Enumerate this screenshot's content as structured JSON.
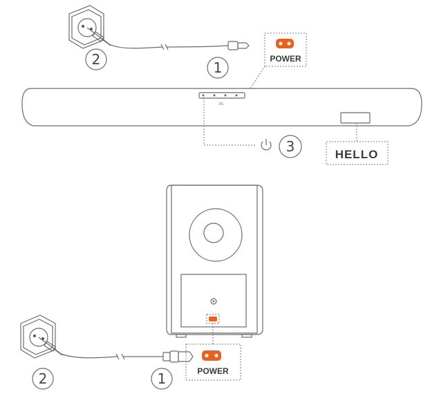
{
  "soundbar_section": {
    "power_label": "POWER",
    "display_text": "HELLO",
    "logo_text": "JBL",
    "step_plug": "1",
    "step_outlet": "2",
    "step_power": "3",
    "power_symbol": "⏻"
  },
  "subwoofer_section": {
    "power_label": "POWER",
    "step_plug": "1",
    "step_outlet": "2"
  },
  "colors": {
    "accent_orange": "#e8621d",
    "line_gray": "#6b6b6b"
  }
}
